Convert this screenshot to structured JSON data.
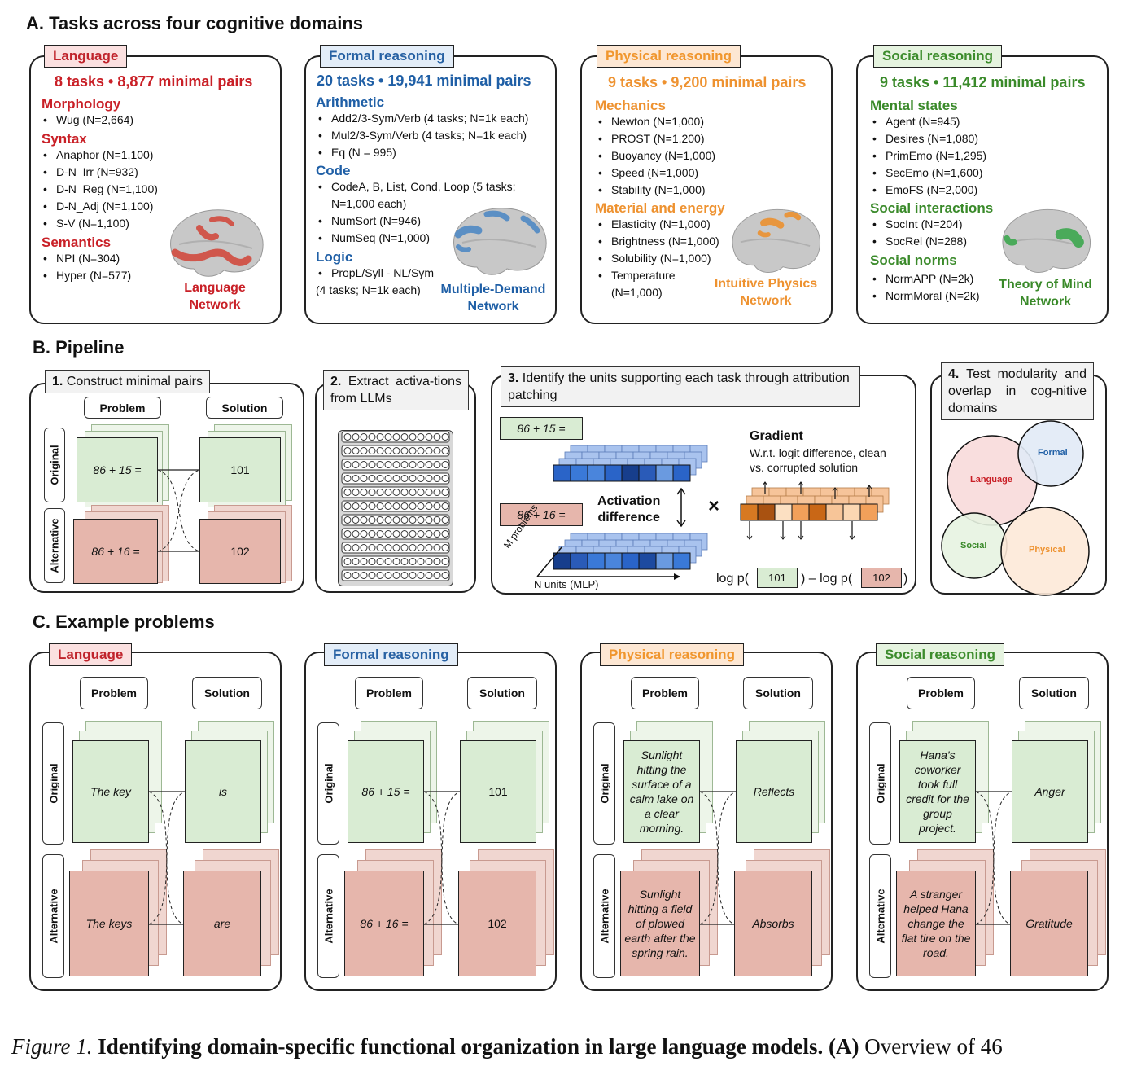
{
  "sectionA": {
    "title": "A. Tasks across four cognitive domains",
    "language": {
      "tag": "Language",
      "headline": "8 tasks • 8,877 minimal pairs",
      "cat1": "Morphology",
      "cat1_items": [
        "Wug (N=2,664)"
      ],
      "cat2": "Syntax",
      "cat2_items": [
        "Anaphor (N=1,100)",
        "D-N_Irr (N=932)",
        "D-N_Reg (N=1,100)",
        "D-N_Adj (N=1,100)",
        "S-V (N=1,100)"
      ],
      "cat3": "Semantics",
      "cat3_items": [
        "NPI (N=304)",
        "Hyper (N=577)"
      ],
      "network1": "Language",
      "network2": "Network"
    },
    "formal": {
      "tag": "Formal reasoning",
      "headline": "20 tasks • 19,941 minimal pairs",
      "cat1": "Arithmetic",
      "cat1_items": [
        "Add2/3-Sym/Verb (4 tasks; N=1k each)",
        "Mul2/3-Sym/Verb (4 tasks; N=1k each)",
        "Eq (N = 995)"
      ],
      "cat2": "Code",
      "cat2_items": [
        "CodeA, B, List, Cond, Loop (5 tasks;",
        "NumSort (N=946)",
        "NumSeq (N=1,000)"
      ],
      "cat2_cont": "N=1,000 each)",
      "cat3": "Logic",
      "cat3_items": [
        "PropL/Syll - NL/Sym"
      ],
      "cat3_cont": "(4 tasks; N=1k each)",
      "network1": "Multiple-Demand",
      "network2": "Network"
    },
    "physical": {
      "tag": "Physical reasoning",
      "headline": "9 tasks • 9,200 minimal pairs",
      "cat1": "Mechanics",
      "cat1_items": [
        "Newton (N=1,000)",
        "PROST (N=1,200)",
        "Buoyancy (N=1,000)",
        "Speed (N=1,000)",
        "Stability (N=1,000)"
      ],
      "cat2": "Material and energy",
      "cat2_items": [
        "Elasticity (N=1,000)",
        "Brightness (N=1,000)",
        "Solubility (N=1,000)",
        "Temperature"
      ],
      "cat2_cont": "(N=1,000)",
      "network1": "Intuitive Physics",
      "network2": "Network"
    },
    "social": {
      "tag": "Social reasoning",
      "headline": "9 tasks • 11,412 minimal pairs",
      "cat1": "Mental states",
      "cat1_items": [
        "Agent (N=945)",
        "Desires (N=1,080)",
        "PrimEmo (N=1,295)",
        "SecEmo (N=1,600)",
        "EmoFS (N=2,000)"
      ],
      "cat2": "Social interactions",
      "cat2_items": [
        "SocInt (N=204)",
        "SocRel (N=288)"
      ],
      "cat3": "Social norms",
      "cat3_items": [
        "NormAPP (N=2k)",
        "NormMoral (N=2k)"
      ],
      "network1": "Theory of Mind",
      "network2": "Network"
    }
  },
  "sectionB": {
    "title": "B. Pipeline",
    "step1": {
      "num": "1.",
      "text": " Construct minimal pairs",
      "problem": "Problem",
      "solution": "Solution",
      "original": "Original",
      "alternative": "Alternative",
      "p_orig": "86 + 15 =",
      "s_orig": "101",
      "p_alt": "86 + 16 =",
      "s_alt": "102"
    },
    "step2": {
      "num": "2.",
      "text": " Extract activa-tions from LLMs"
    },
    "step3": {
      "num": "3.",
      "text": " Identify the units supporting each task through attribution patching",
      "in1": "86 + 15 =",
      "in2": "86 + 16 =",
      "act1": "Activation",
      "act2": "difference",
      "times": "×",
      "grad": "Gradient",
      "grad1": "W.r.t. logit difference, clean",
      "grad2": "vs. corrupted solution",
      "ylab": "M problems",
      "xlab": "N units (MLP)",
      "logp1": "log p(",
      "sol1": "101",
      "logp2": ") – log p(",
      "sol2": "102",
      "logp3": ")"
    },
    "step4": {
      "num": "4.",
      "text": " Test modularity and overlap in cog-nitive domains",
      "language": "Language",
      "formal": "Formal",
      "social": "Social",
      "physical": "Physical"
    }
  },
  "sectionC": {
    "title": "C. Example problems",
    "problem": "Problem",
    "solution": "Solution",
    "original": "Original",
    "alternative": "Alternative",
    "panels": [
      {
        "tag": "Language",
        "p_orig": "The key",
        "s_orig": "is",
        "p_alt": "The keys",
        "s_alt": "are"
      },
      {
        "tag": "Formal reasoning",
        "p_orig": "86 + 15 =",
        "s_orig": "101",
        "p_alt": "86 + 16 =",
        "s_alt": "102"
      },
      {
        "tag": "Physical reasoning",
        "p_orig": "Sunlight hitting the surface of a calm lake on a clear morning.",
        "s_orig": "Reflects",
        "p_alt": "Sunlight hitting a field of plowed earth after the spring rain.",
        "s_alt": "Absorbs"
      },
      {
        "tag": "Social reasoning",
        "p_orig": "Hana's coworker took full credit for the group project.",
        "s_orig": "Anger",
        "p_alt": "A stranger helped Hana change the flat tire on the road.",
        "s_alt": "Gratitude"
      }
    ]
  },
  "caption": {
    "fig": "Figure 1.",
    "bold": " Identifying domain-specific functional organization in large language models. (A)",
    "rest": " Overview of 46"
  },
  "colors": {
    "language": "#c92027",
    "formal": "#1f5fa6",
    "physical": "#ee9230",
    "social": "#3a8a2a",
    "green": "#d9ecd3",
    "red": "#e6b6ac"
  }
}
